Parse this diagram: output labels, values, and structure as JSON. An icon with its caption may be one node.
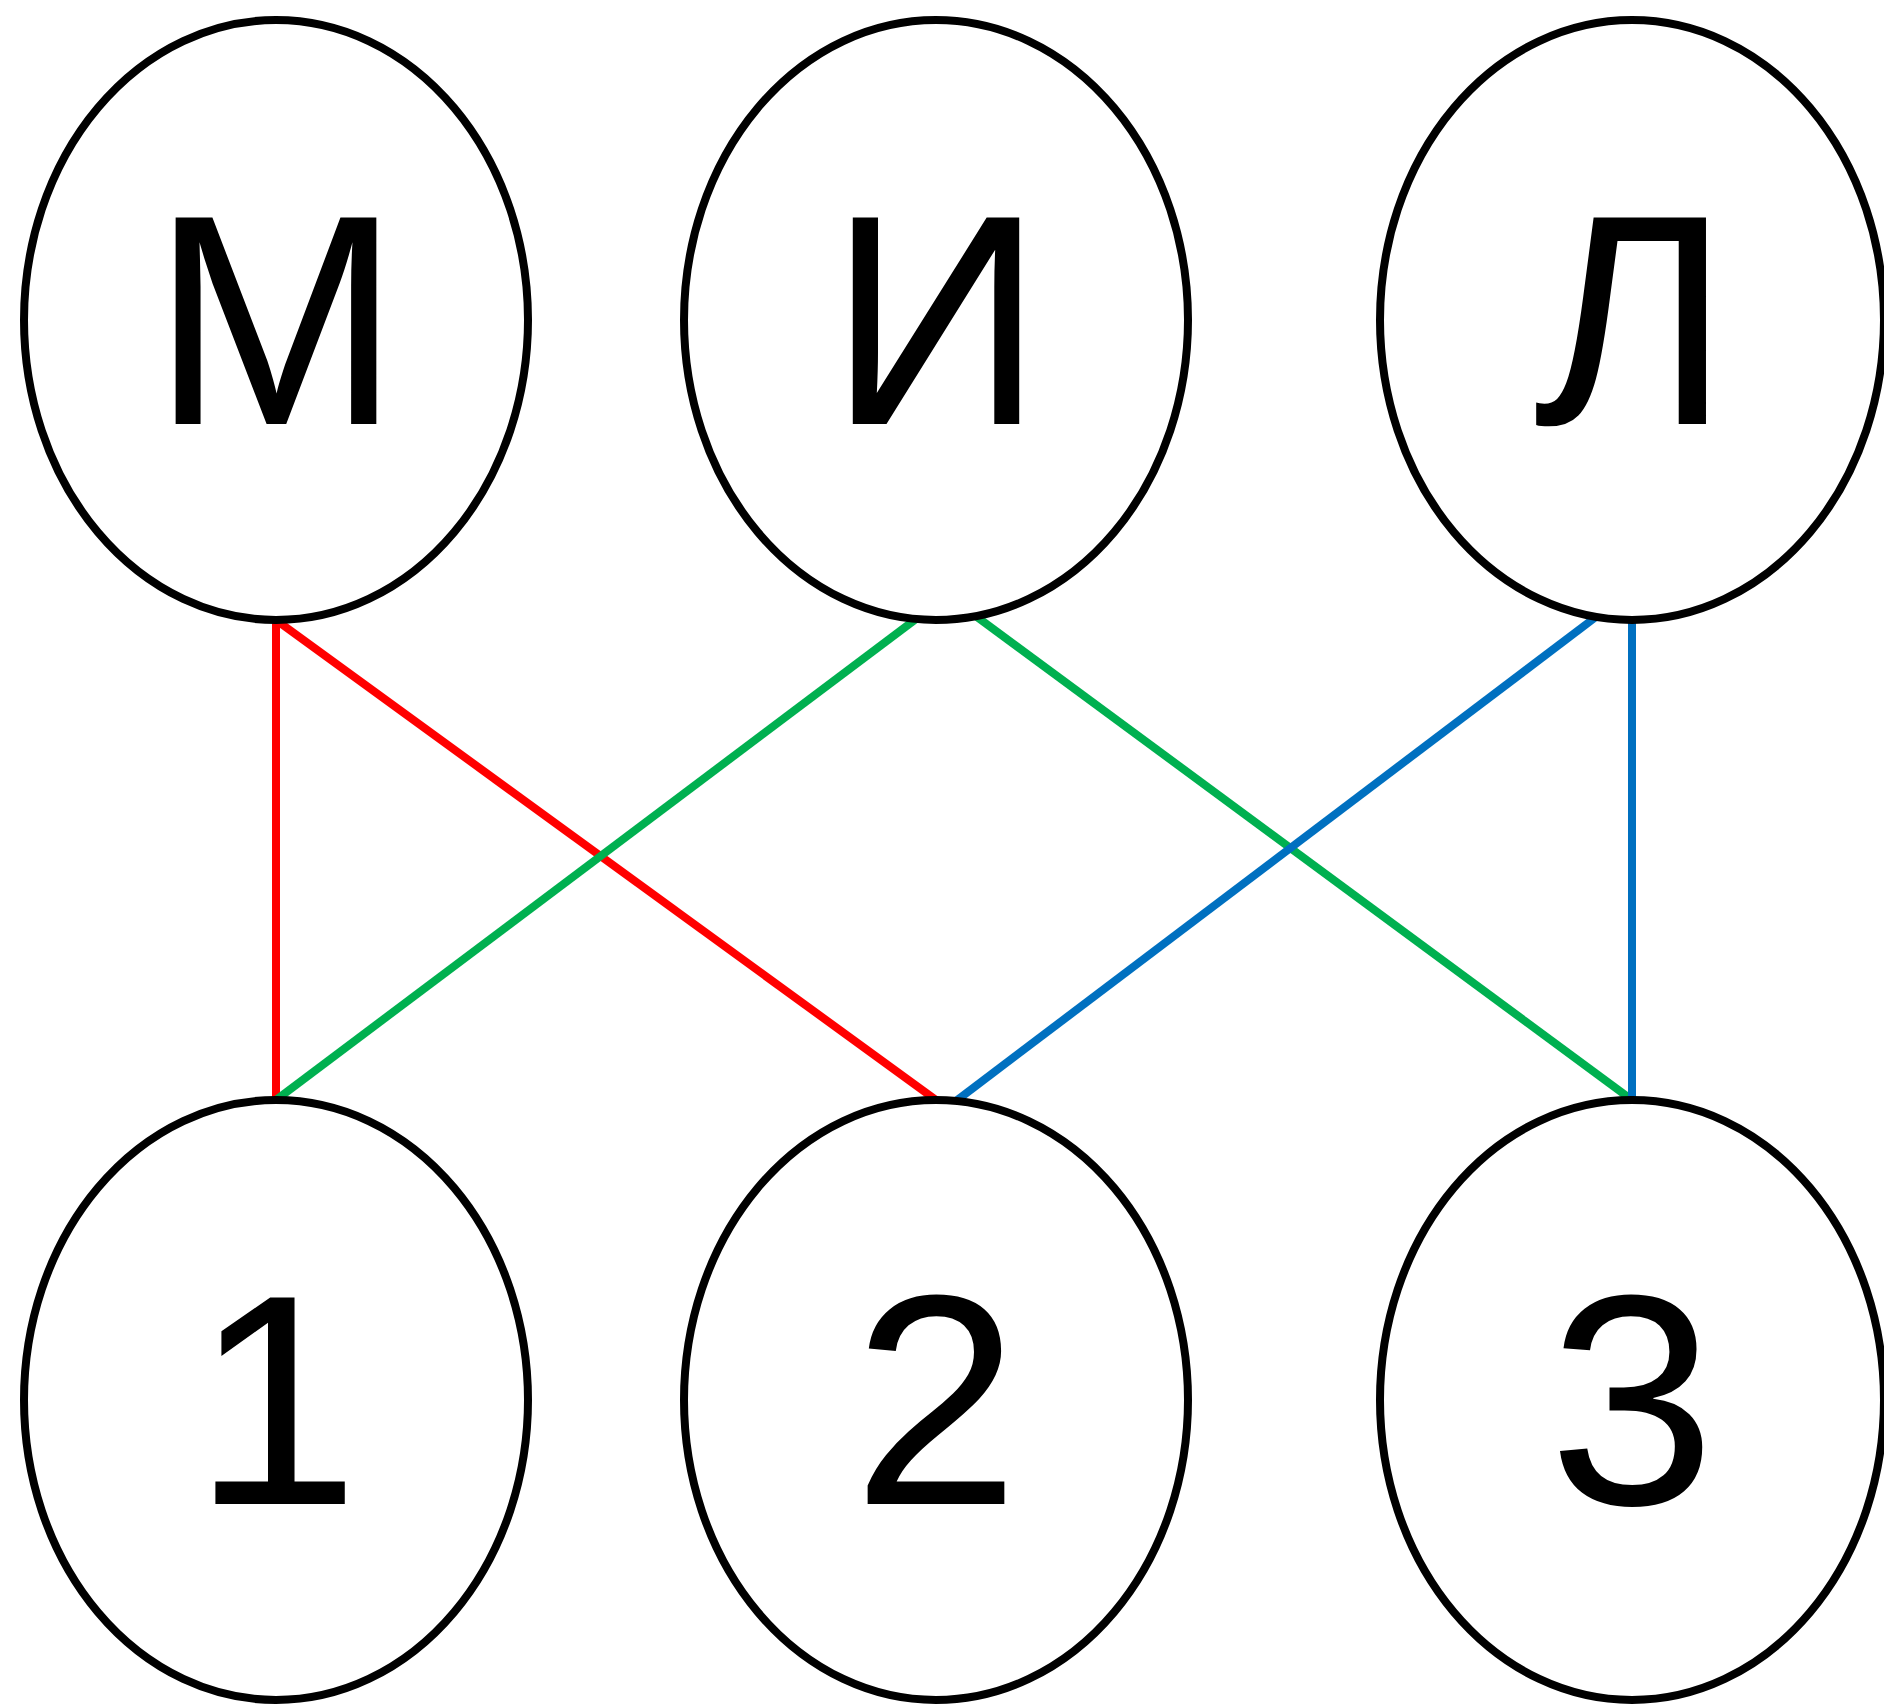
{
  "diagram": {
    "nodes": [
      {
        "text": [
          "М"
        ]
      },
      {
        "text": [
          "И"
        ]
      },
      {
        "text": [
          "Л"
        ]
      },
      {
        "text": [
          "1"
        ]
      },
      {
        "text": [
          "2"
        ]
      },
      {
        "text": [
          "3"
        ]
      }
    ],
    "edges": [
      {
        "from": 0,
        "to": 3,
        "arrow": "none",
        "color": "#ff0000"
      },
      {
        "from": 0,
        "to": 4,
        "arrow": "none",
        "color": "#ff0000"
      },
      {
        "from": 1,
        "to": 3,
        "arrow": "none",
        "color": "#00b050"
      },
      {
        "from": 1,
        "to": 5,
        "arrow": "none",
        "color": "#00b050"
      },
      {
        "from": 2,
        "to": 4,
        "arrow": "none",
        "color": "#0070c0"
      },
      {
        "from": 2,
        "to": 5,
        "arrow": "none",
        "color": "#0070c0"
      }
    ]
  }
}
